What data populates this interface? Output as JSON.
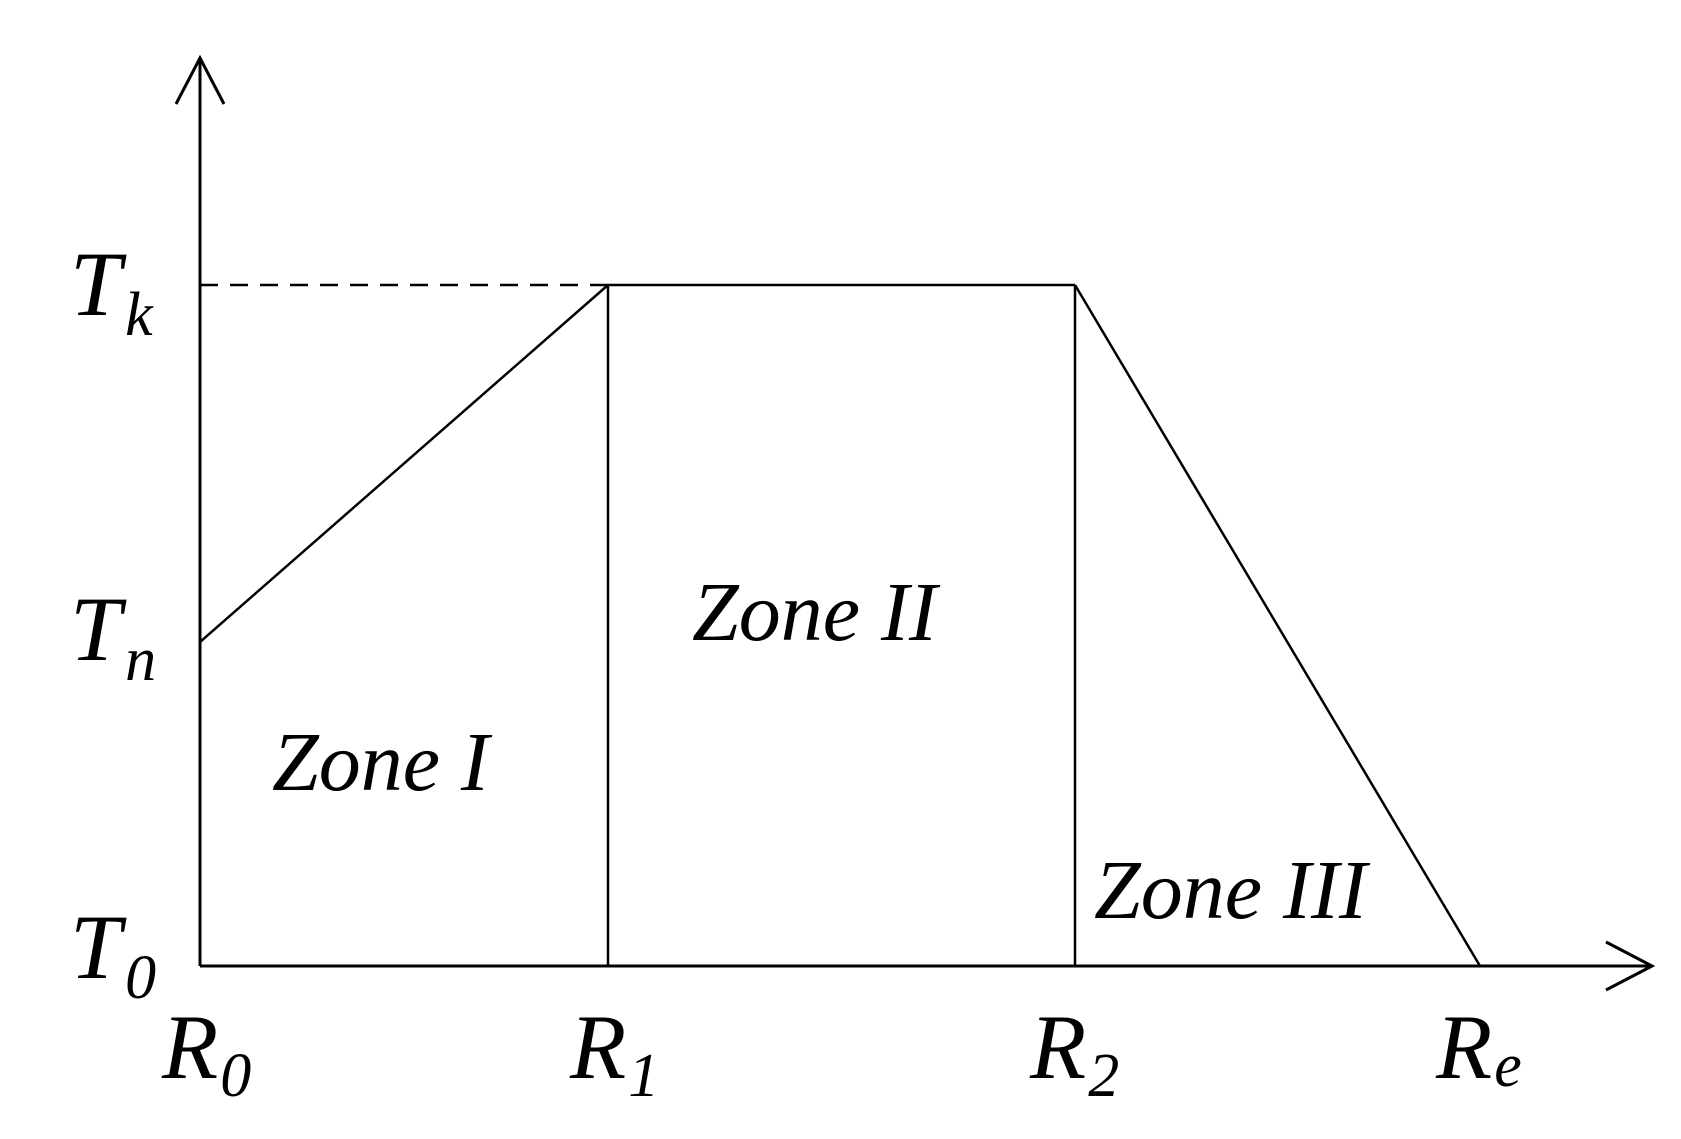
{
  "colors": {
    "stroke": "#000000",
    "background": "#ffffff"
  },
  "y_axis_labels": [
    {
      "main": "T",
      "sub": "k"
    },
    {
      "main": "T",
      "sub": "n"
    },
    {
      "main": "T",
      "sub": "0"
    }
  ],
  "x_axis_labels": [
    {
      "main": "R",
      "sub": "0"
    },
    {
      "main": "R",
      "sub": "1"
    },
    {
      "main": "R",
      "sub": "2"
    },
    {
      "main": "R",
      "sub": "e"
    }
  ],
  "zones": [
    {
      "label": "Zone I"
    },
    {
      "label": "Zone II"
    },
    {
      "label": "Zone III"
    }
  ]
}
